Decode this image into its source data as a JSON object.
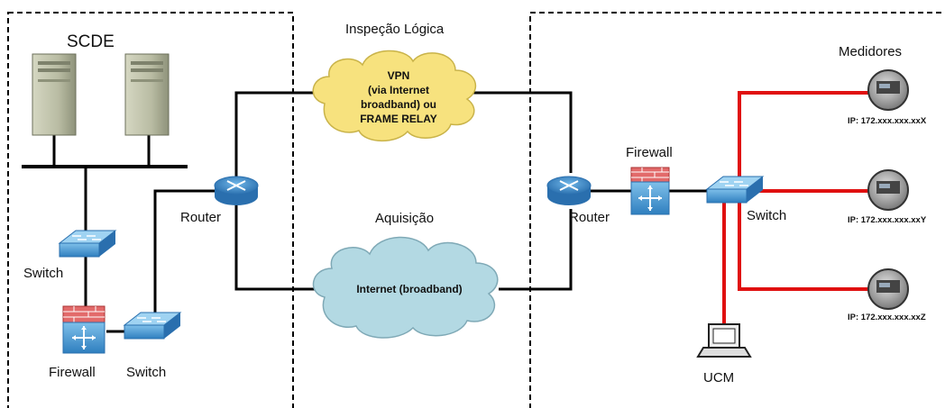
{
  "title": "SCDE",
  "labels": {
    "switch_left_top": "Switch",
    "firewall_left": "Firewall",
    "switch_left_bottom": "Switch",
    "router_left": "Router",
    "router_right": "Router",
    "firewall_right": "Firewall",
    "switch_right": "Switch",
    "meters_title": "Medidores",
    "ucm": "UCM",
    "logical_inspection": "Inspeção Lógica",
    "acquisition": "Aquisição"
  },
  "clouds": {
    "vpn": [
      "VPN",
      "(via Internet",
      "broadband) ou",
      "FRAME RELAY"
    ],
    "internet": "Internet (broadband)"
  },
  "meters": [
    {
      "ip": "IP: 172.xxx.xxx.xxX"
    },
    {
      "ip": "IP: 172.xxx.xxx.xxY"
    },
    {
      "ip": "IP: 172.xxx.xxx.xxZ"
    }
  ],
  "colors": {
    "link_black": "#000000",
    "link_red": "#e01010",
    "cloud_fill_vpn": "#f7e27e",
    "cloud_fill_internet": "#b3d9e3",
    "device_blue": "#3d87c6",
    "firewall_red": "#d9534f"
  }
}
